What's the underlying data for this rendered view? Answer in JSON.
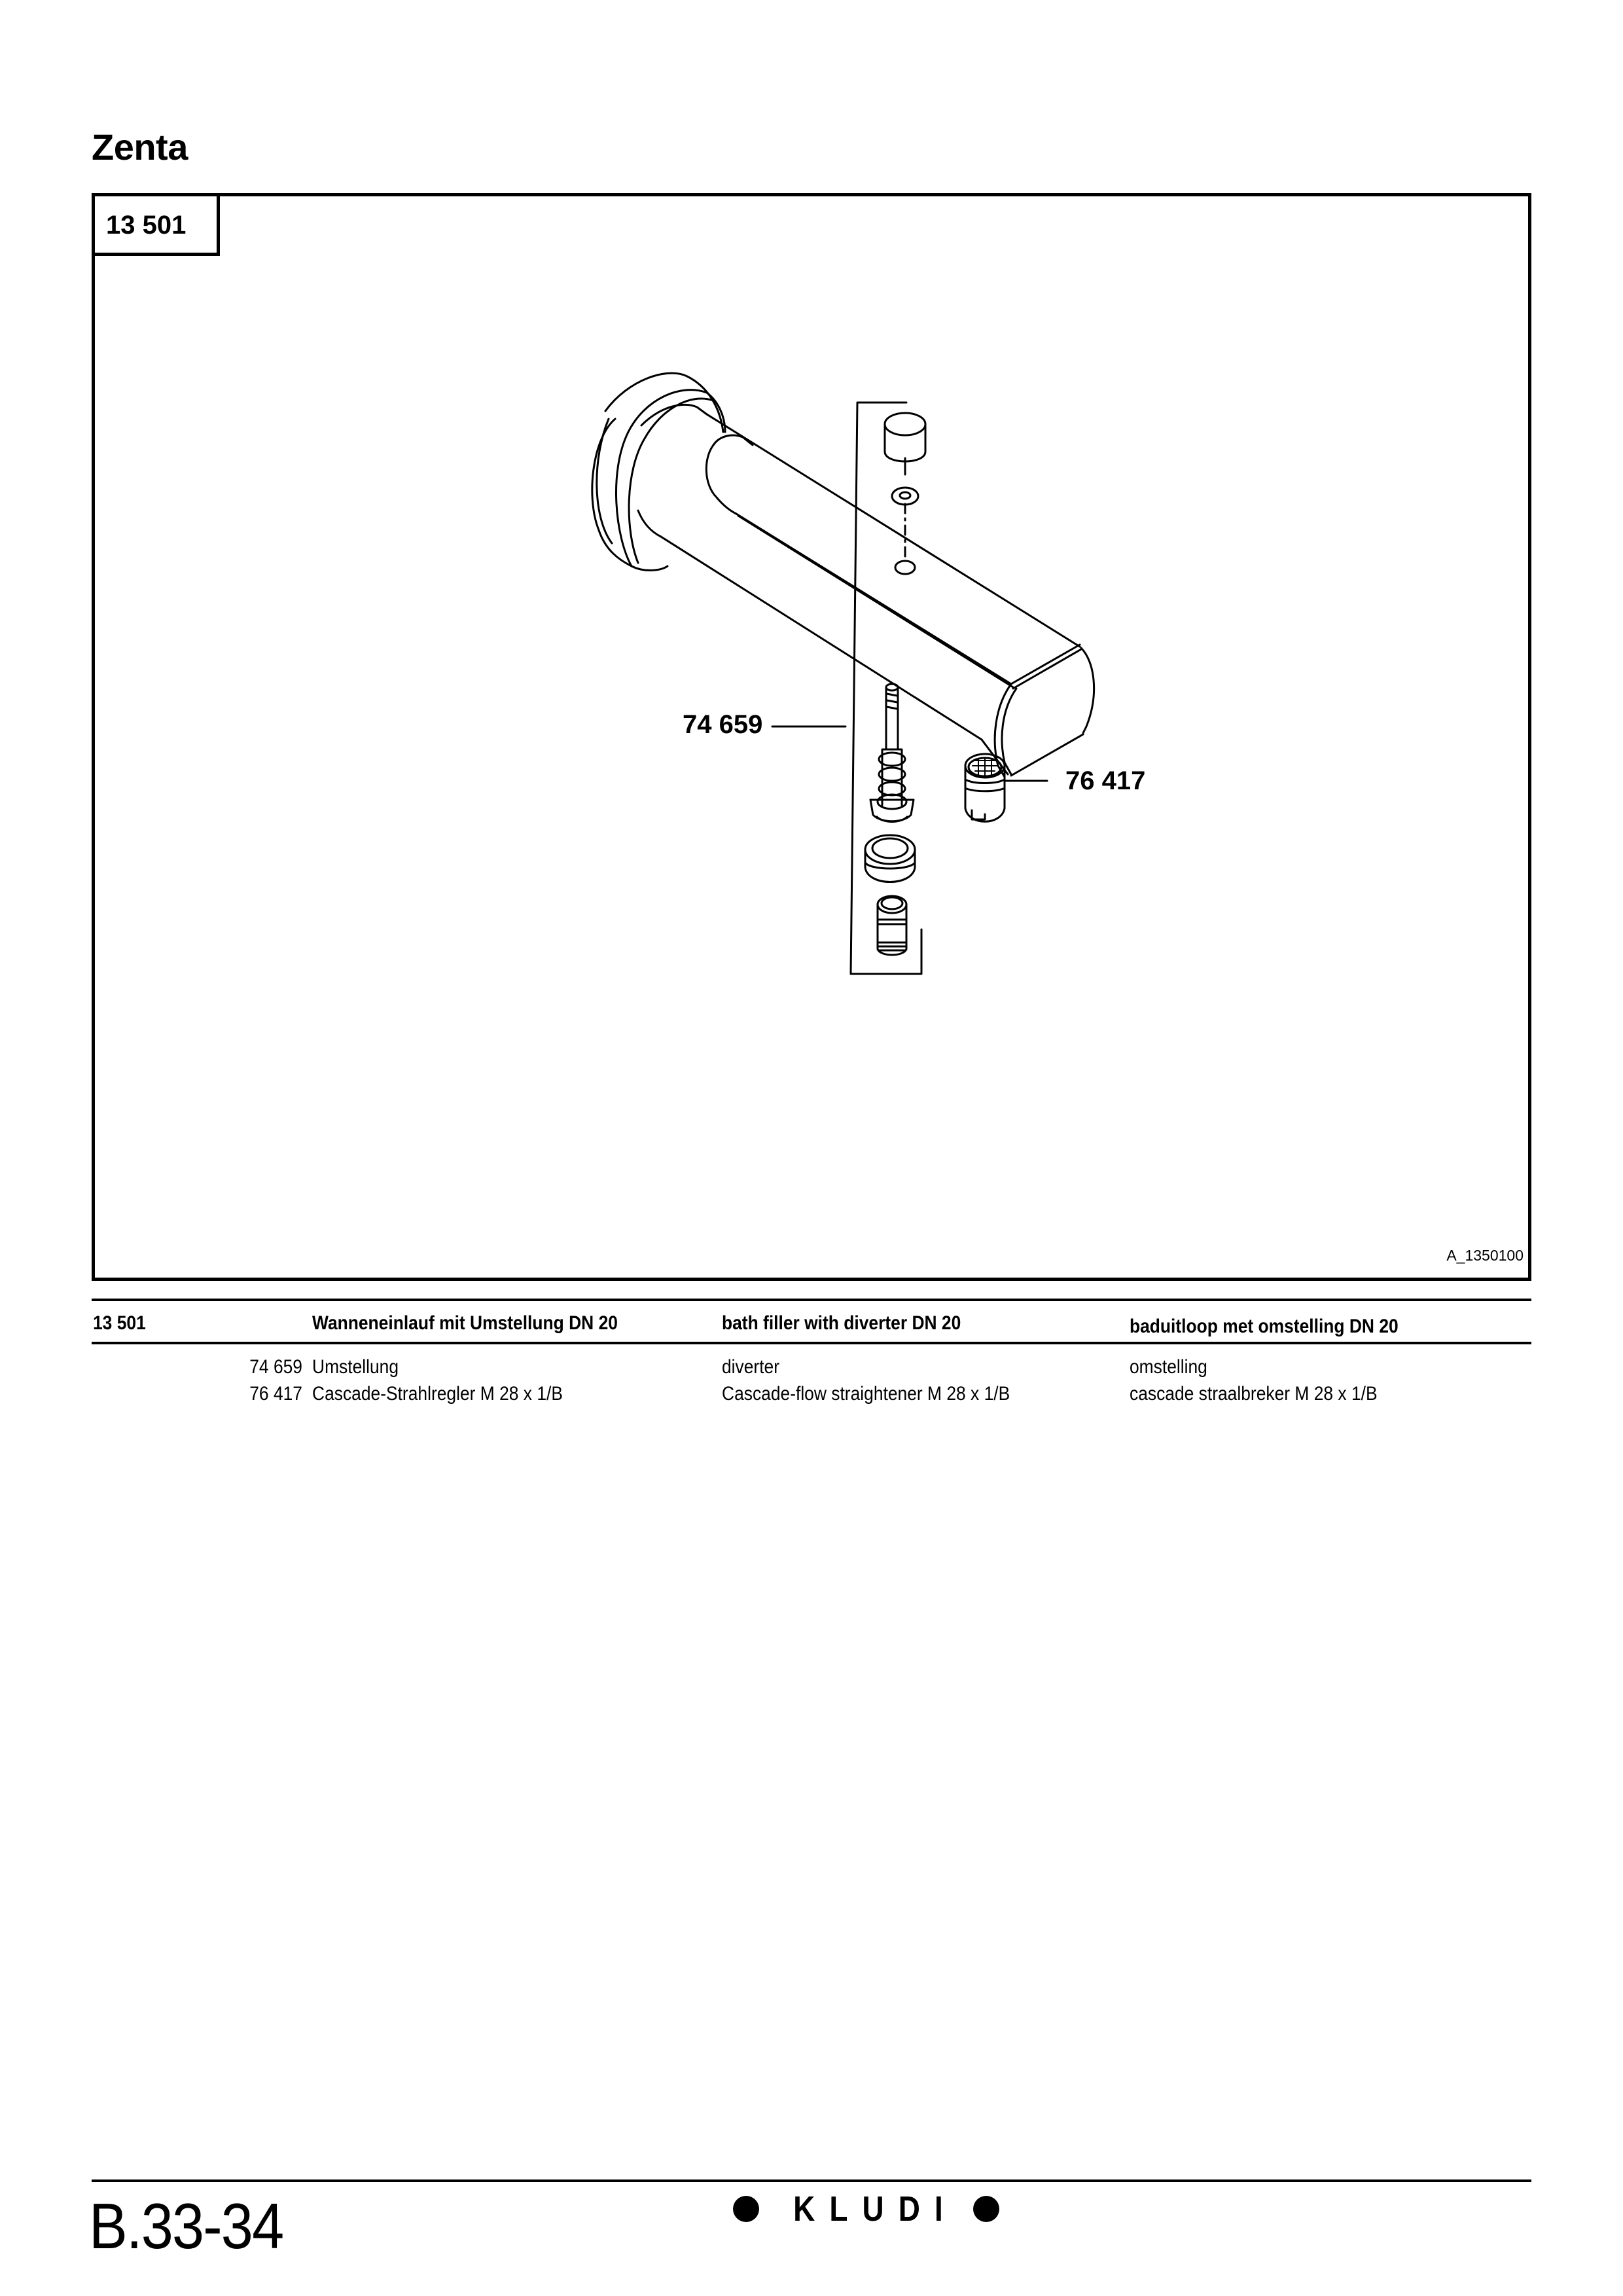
{
  "document": {
    "title": "Zenta",
    "article_number": "13 501",
    "drawing_id": "A_1350100",
    "page_number": "B.33-34",
    "brand": "KLUDI"
  },
  "drawing": {
    "callouts": [
      {
        "label": "74 659",
        "part": "diverter"
      },
      {
        "label": "76 417",
        "part": "cascade-flow straightener"
      }
    ]
  },
  "parts_table": {
    "header": {
      "code": "13 501",
      "german": "Wanneneinlauf mit Umstellung DN 20",
      "english": "bath filler with diverter DN 20",
      "dutch": "baduitloop met omstelling DN 20"
    },
    "rows": [
      {
        "number": "74 659",
        "german": "Umstellung",
        "english": "diverter",
        "dutch": "omstelling"
      },
      {
        "number": "76 417",
        "german": "Cascade-Strahlregler M 28 x 1/B",
        "english": "Cascade-flow straightener M 28 x 1/B",
        "dutch": "cascade straalbreker M 28 x 1/B"
      }
    ]
  },
  "colors": {
    "ink": "#000000",
    "paper": "#ffffff"
  }
}
